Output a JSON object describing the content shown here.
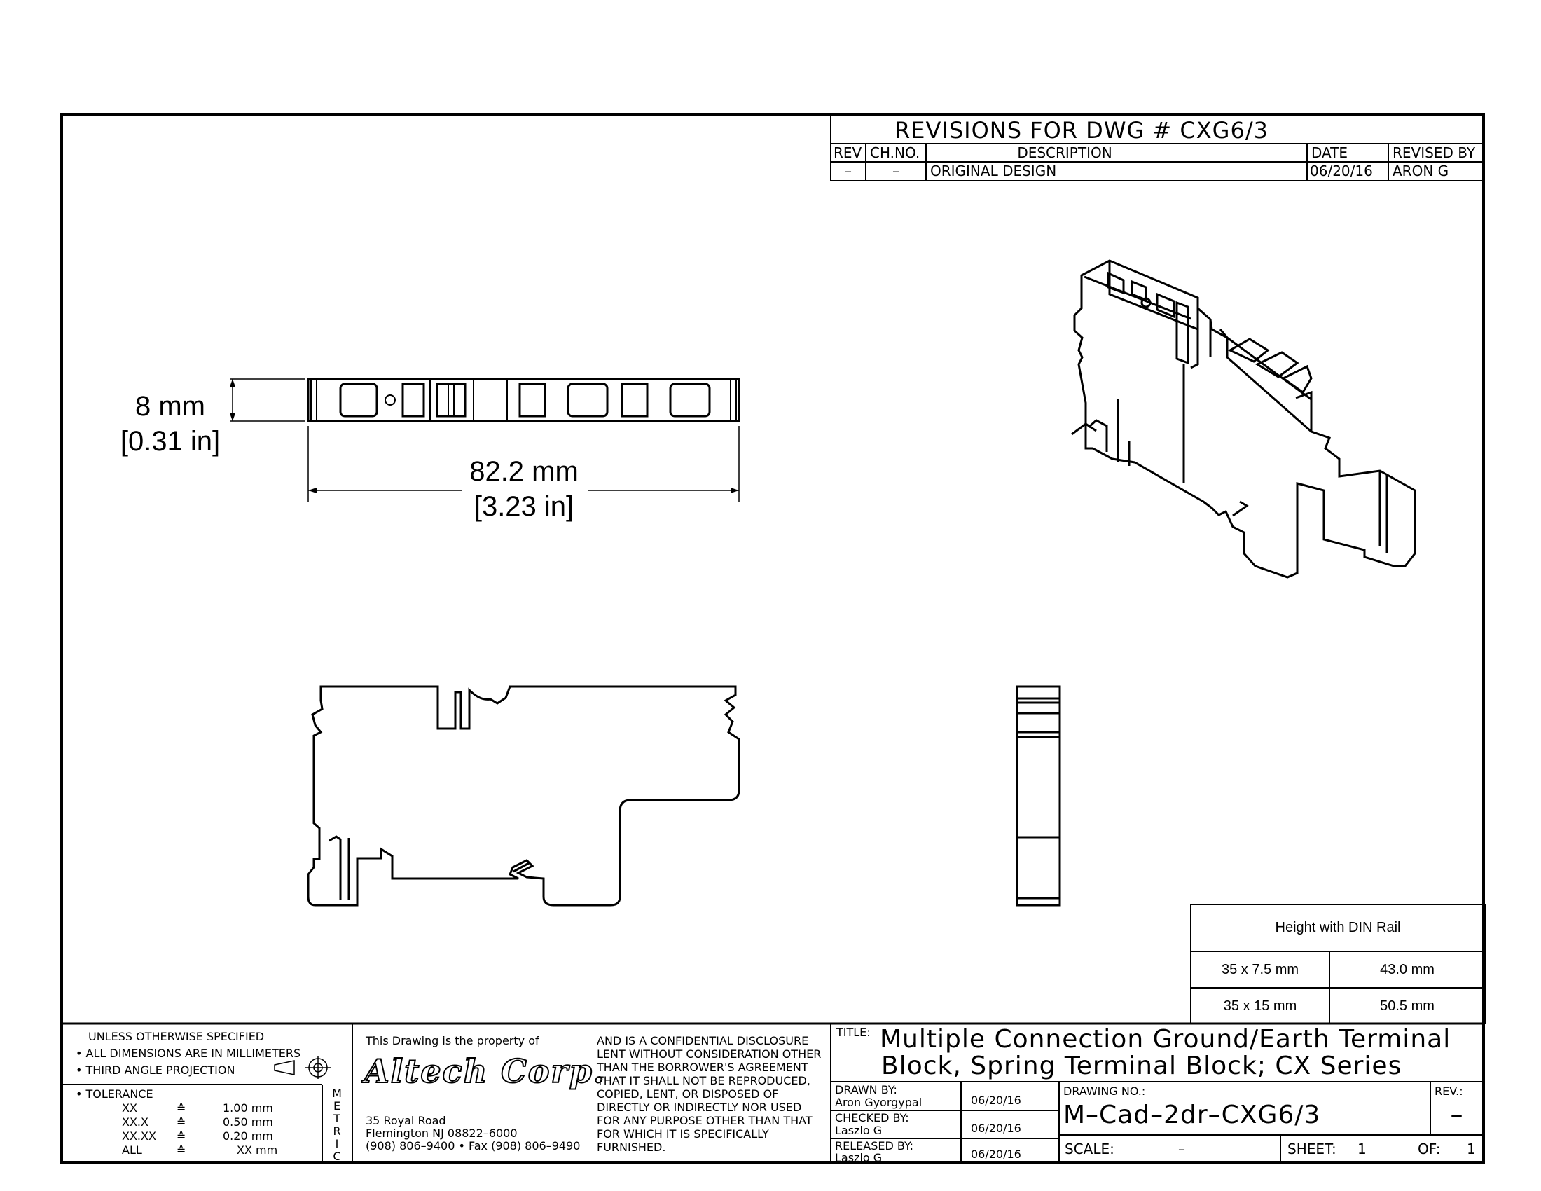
{
  "revisions": {
    "header": "REVISIONS FOR DWG # CXG6/3",
    "columns": [
      "REV",
      "CH.NO.",
      "DESCRIPTION",
      "DATE",
      "REVISED BY"
    ],
    "rows": [
      [
        "–",
        "–",
        "ORIGINAL DESIGN",
        "06/20/16",
        "ARON G"
      ]
    ]
  },
  "dimensions": {
    "height_mm": "8 mm",
    "height_in": "[0.31 in]",
    "length_mm": "82.2 mm",
    "length_in": "[3.23 in]"
  },
  "din_table": {
    "header": "Height with DIN Rail",
    "rows": [
      [
        "35 x 7.5 mm",
        "43.0 mm"
      ],
      [
        "35 x 15 mm",
        "50.5 mm"
      ]
    ]
  },
  "spec": {
    "line1": "UNLESS OTHERWISE SPECIFIED",
    "line2": "• ALL DIMENSIONS ARE IN MILLIMETERS",
    "line3": "• THIRD ANGLE PROJECTION",
    "tolerance_label": "• TOLERANCE",
    "tolerances": [
      [
        "XX",
        "≙",
        "1.00 mm"
      ],
      [
        "XX.X",
        "≙",
        "0.50 mm"
      ],
      [
        "XX.XX",
        "≙",
        "0.20 mm"
      ],
      [
        "ALL",
        "≙",
        "XX mm"
      ]
    ],
    "metric": [
      "M",
      "E",
      "T",
      "R",
      "I",
      "C"
    ]
  },
  "company": {
    "property_line": "This Drawing is the property of",
    "logo": "Altech Corp.",
    "address1": "35 Royal Road",
    "address2": "Flemington NJ 08822–6000",
    "phone": "(908) 806–9400 • Fax (908) 806–9490",
    "disclosure": [
      "AND IS A CONFIDENTIAL DISCLOSURE",
      "LENT WITHOUT CONSIDERATION OTHER",
      "THAN THE BORROWER'S AGREEMENT",
      "THAT IT SHALL NOT BE REPRODUCED,",
      "COPIED, LENT, OR DISPOSED OF",
      "DIRECTLY OR INDIRECTLY NOR USED",
      "FOR ANY PURPOSE OTHER THAN THAT",
      "FOR WHICH IT IS SPECIFICALLY",
      "FURNISHED."
    ]
  },
  "title_block": {
    "title_label": "TITLE:",
    "title_line1": "Multiple Connection Ground/Earth Terminal",
    "title_line2": "Block, Spring Terminal Block; CX Series",
    "drawn_by_label": "DRAWN BY:",
    "drawn_by": "Aron Gyorgypal",
    "drawn_date": "06/20/16",
    "checked_by_label": "CHECKED BY:",
    "checked_by": "Laszlo G",
    "checked_date": "06/20/16",
    "released_by_label": "RELEASED BY:",
    "released_by": "Laszlo G",
    "released_date": "06/20/16",
    "drawing_no_label": "DRAWING NO.:",
    "drawing_no": "M–Cad–2dr–CXG6/3",
    "rev_label": "REV.:",
    "rev": "–",
    "scale_label": "SCALE:",
    "scale": "–",
    "sheet_label": "SHEET:",
    "sheet": "1",
    "of_label": "OF:",
    "of": "1"
  }
}
